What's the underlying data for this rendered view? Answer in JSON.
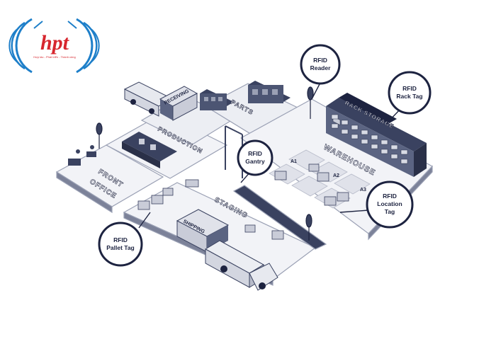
{
  "logo": {
    "brand": "hpt",
    "slogan": "Hợp tác - Phát triển - Thành công",
    "colors": {
      "globe": "#1e7fc9",
      "text": "#d7262e"
    }
  },
  "areas": {
    "receiving": "RECEIVING",
    "parts": "PARTS",
    "production": "PRODUCTION",
    "front_office_line1": "FRONT",
    "front_office_line2": "OFFICE",
    "warehouse": "WAREHOUSE",
    "rack_storage": "RACK STORAGE",
    "staging": "STAGING",
    "shipping": "SHIPPING"
  },
  "floor_markers": [
    "A1",
    "A2",
    "A3"
  ],
  "callouts": {
    "rfid_reader": [
      "RFID",
      "Reader"
    ],
    "rfid_rack_tag": [
      "RFID",
      "Rack Tag"
    ],
    "rfid_gantry": [
      "RFID",
      "Gantry"
    ],
    "rfid_location_tag": [
      "RFID",
      "Location",
      "Tag"
    ],
    "rfid_pallet_tag": [
      "RFID",
      "Pallet Tag"
    ]
  },
  "colors": {
    "navy": "#1d2340",
    "floor": "#f2f3f7",
    "floor_edge": "#9aa0b4",
    "equipment": "#3a4260",
    "equipment_light": "#c9ccd8"
  }
}
